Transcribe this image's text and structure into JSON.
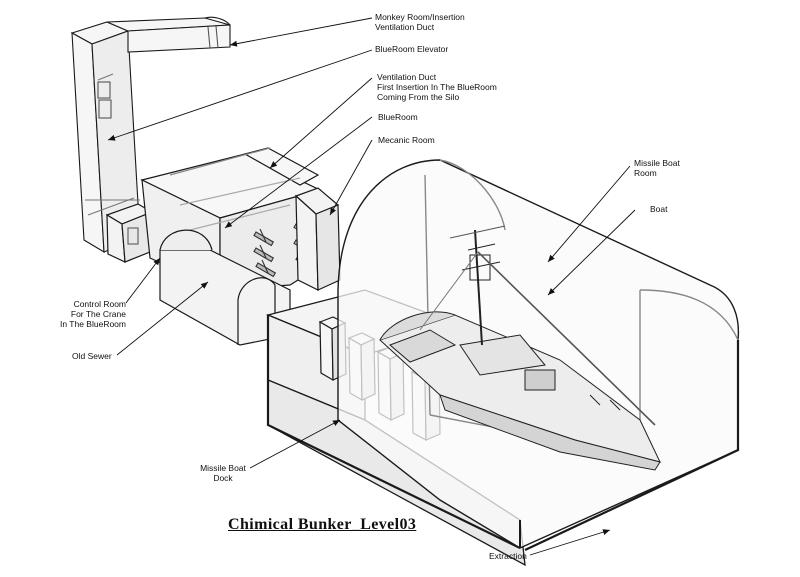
{
  "diagram": {
    "title": "Chimical Bunker_Level03",
    "labels": {
      "monkey_room": [
        "Monkey Room/Insertion",
        "Ventilation Duct"
      ],
      "blueroom_elevator": [
        "BlueRoom Elevator"
      ],
      "ventilation_duct": [
        "Ventilation Duct",
        "First Insertion In The BlueRoom",
        "Coming From the Silo"
      ],
      "blueroom": [
        "BlueRoom"
      ],
      "mecanic_room": [
        "Mecanic Room"
      ],
      "missile_boat_room": [
        "Missile Boat",
        "Room"
      ],
      "boat": [
        "Boat"
      ],
      "control_room": [
        "Control Room",
        "For The Crane",
        "In The BlueRoom"
      ],
      "old_sewer": [
        "Old Sewer"
      ],
      "missile_boat_dock": [
        "Missile Boat",
        "Dock"
      ],
      "extraction": [
        "Extraction"
      ]
    },
    "colors": {
      "ink": "#111111",
      "wall": "#1a1a1a",
      "fill": "#f7f7f7",
      "glass": "#e9e9e9"
    }
  }
}
